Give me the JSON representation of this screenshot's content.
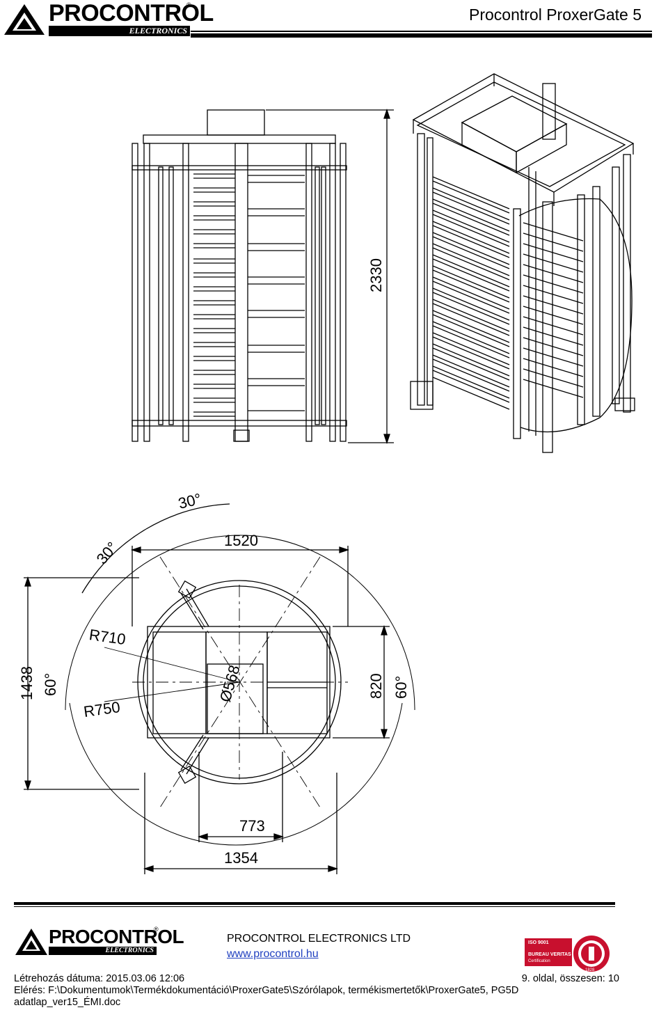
{
  "header": {
    "logo_text": "PROCONTROL",
    "logo_sub": "ELECTRONICS",
    "registered_mark": "®",
    "document_title": "Procontrol ProxerGate 5"
  },
  "drawing": {
    "dim_height": "2330",
    "dim_angle_top": "30°",
    "dim_angle_left": "30°",
    "dim_width": "1520",
    "dim_r710": "R710",
    "dim_r750": "R750",
    "dim_diameter": "Ø568",
    "dim_depth": "1438",
    "dim_angle_left_60": "60°",
    "dim_820": "820",
    "dim_angle_right_60": "60°",
    "dim_773": "773",
    "dim_1354": "1354"
  },
  "footer": {
    "company": "PROCONTROL ELECTRONICS LTD",
    "website": "www.procontrol.hu",
    "created_label": "Létrehozás dátuma: 2015.03.06 12:06",
    "page_info": "9. oldal, összesen: 10",
    "path_line1": "Elérés: F:\\Dokumentumok\\Termékdokumentáció\\ProxerGate5\\Szórólapok, termékismertetők\\ProxerGate5, PG5D",
    "path_line2": "adatlap_ver15_ÉMI.doc",
    "cert_iso": "ISO 9001",
    "cert_name": "BUREAU VERITAS",
    "cert_sub": "Certification",
    "cert_year": "1828"
  }
}
